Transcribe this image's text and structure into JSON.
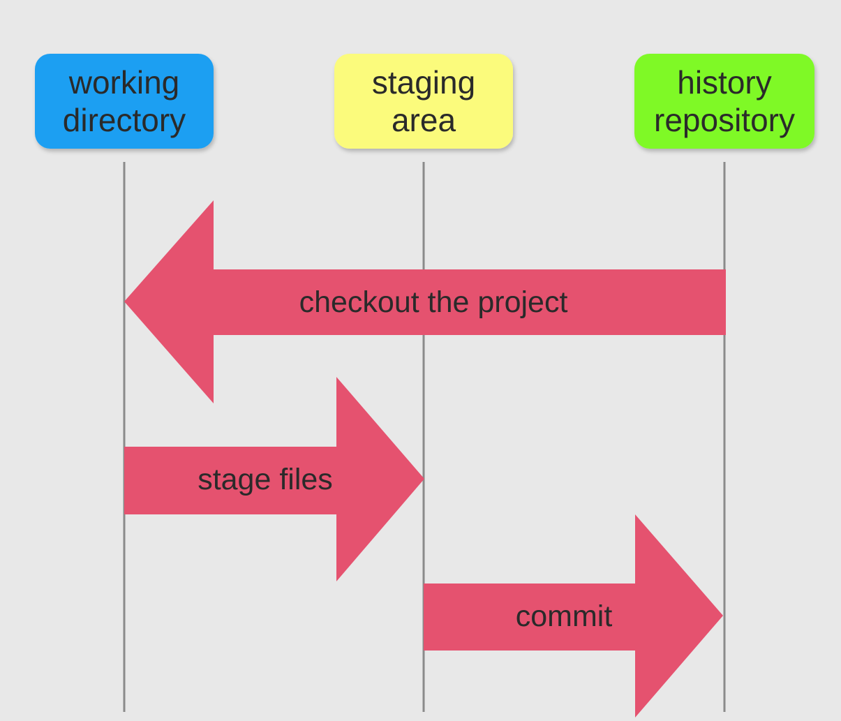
{
  "nodes": [
    {
      "id": "working-directory",
      "lines": [
        "working",
        "directory"
      ],
      "color": "#1e9ff2"
    },
    {
      "id": "staging-area",
      "lines": [
        "staging",
        "area"
      ],
      "color": "#fbfb7c"
    },
    {
      "id": "history-repository",
      "lines": [
        "history",
        "repository"
      ],
      "color": "#7ff928"
    }
  ],
  "arrows": [
    {
      "id": "checkout",
      "label": "checkout the project",
      "from": "history-repository",
      "to": "working-directory"
    },
    {
      "id": "stage-files",
      "label": "stage files",
      "from": "working-directory",
      "to": "staging-area"
    },
    {
      "id": "commit",
      "label": "commit",
      "from": "staging-area",
      "to": "history-repository"
    }
  ],
  "colors": {
    "background": "#e8e8e8",
    "arrow": "#e5526f",
    "lifeline": "#8a8a8a",
    "text": "#2a2a2a"
  }
}
